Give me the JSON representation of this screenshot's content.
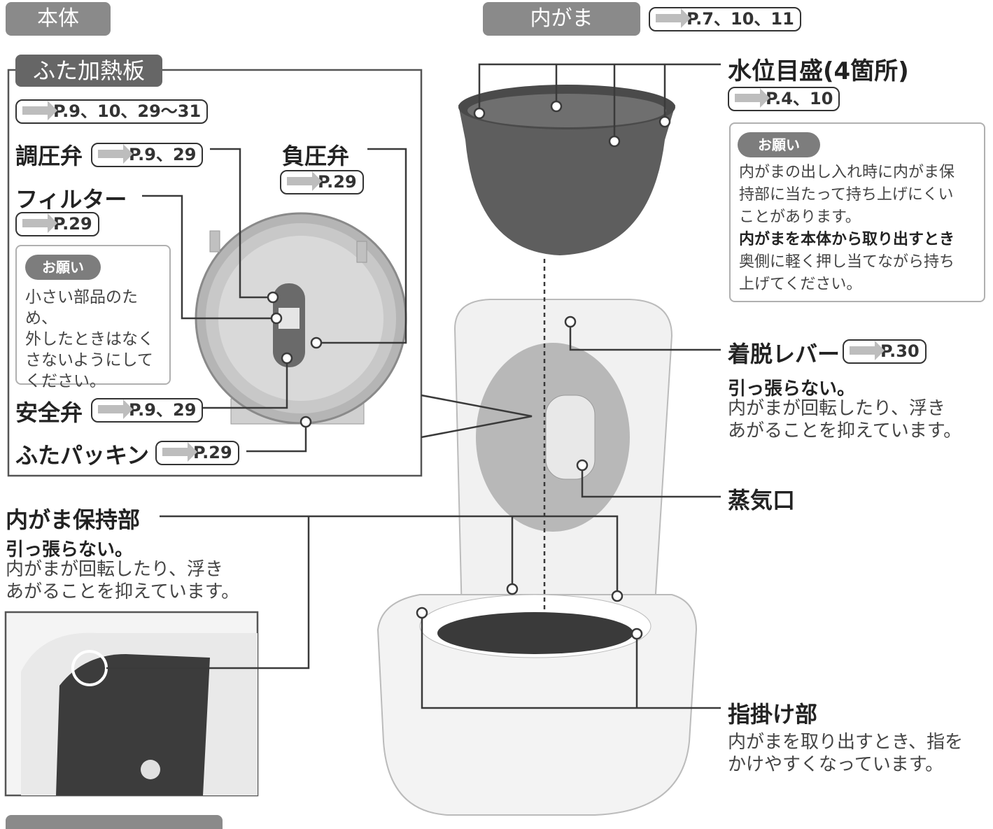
{
  "headers": {
    "main_unit": "本体",
    "inner_pot": "内がま",
    "inner_pot_ref": "P.7、10、11"
  },
  "lid_panel": {
    "title": "ふた加熱板",
    "title_ref": "P.9、10、29〜31",
    "pressure_valve": "調圧弁",
    "pressure_valve_ref": "P.9、29",
    "negative_valve": "負圧弁",
    "negative_valve_ref": "P.29",
    "filter": "フィルター",
    "filter_ref": "P.29",
    "request_label": "お願い",
    "request_text": [
      "小さい部品のため、",
      "外したときはなく",
      "さないようにして",
      "ください。"
    ],
    "safety_valve": "安全弁",
    "safety_valve_ref": "P.9、29",
    "lid_packing": "ふたパッキン",
    "lid_packing_ref": "P.29"
  },
  "water_level": {
    "label": "水位目盛(4箇所)",
    "ref": "P.4、10",
    "request_label": "お願い",
    "lines": [
      "内がまの出し入れ時に内がま保",
      "持部に当たって持ち上げにくい",
      "ことがあります。"
    ],
    "bold_line": "内がまを本体から取り出すとき",
    "lines2": [
      "奥側に軽く押し当てながら持ち",
      "上げてください。"
    ]
  },
  "lever": {
    "label": "着脱レバー",
    "ref": "P.30",
    "warning": "引っ張らない。",
    "desc": [
      "内がまが回転したり、浮き",
      "あがることを抑えています。"
    ]
  },
  "steam": {
    "label": "蒸気口"
  },
  "holder": {
    "label": "内がま保持部",
    "warning": "引っ張らない。",
    "desc": [
      "内がまが回転したり、浮き",
      "あがることを抑えています。"
    ]
  },
  "finger": {
    "label": "指掛け部",
    "desc": [
      "内がまを取り出すとき、指を",
      "かけやすくなっています。"
    ]
  }
}
